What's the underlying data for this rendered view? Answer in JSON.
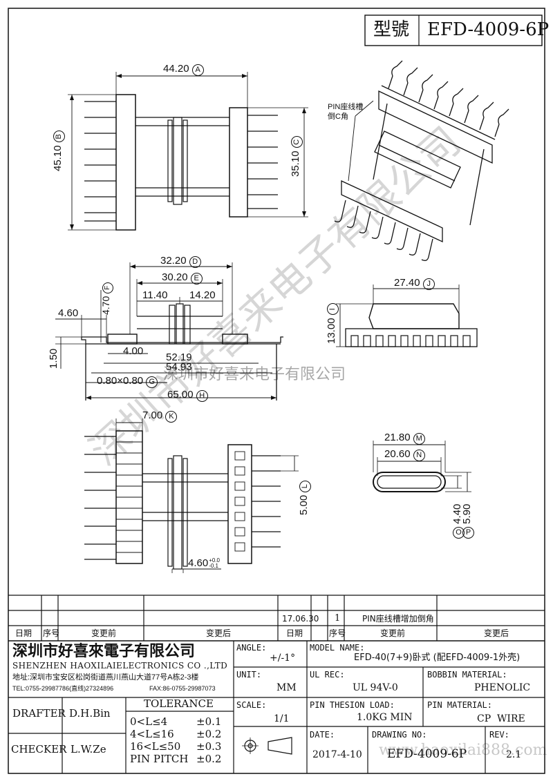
{
  "header": {
    "model_label": "型號",
    "model_value": "EFD-4009-6P"
  },
  "dimensions": {
    "A": {
      "value": "44.20",
      "tag": "A"
    },
    "B": {
      "value": "45.10",
      "tag": "B"
    },
    "C": {
      "value": "35.10",
      "tag": "C"
    },
    "D": {
      "value": "32.20",
      "tag": "D"
    },
    "E": {
      "value": "30.20",
      "tag": "E"
    },
    "F": {
      "value": "4.70",
      "tag": "F"
    },
    "d1140": "11.40",
    "d1420": "14.20",
    "d460": "4.60",
    "d150": "1.50",
    "d400": "4.00",
    "d5219": "52.19",
    "d5493": "54.93",
    "G": {
      "value": "0.80×0.80",
      "tag": "G"
    },
    "H": {
      "value": "65.00",
      "tag": "H"
    },
    "J": {
      "value": "27.40",
      "tag": "J"
    },
    "I": {
      "value": "13.00",
      "tag": "I"
    },
    "K": {
      "value": "7.00",
      "tag": "K"
    },
    "L": {
      "value": "5.00",
      "tag": "L"
    },
    "pin_tol": {
      "value": "4.60",
      "upper": "+0.0",
      "lower": "-0.1"
    },
    "M": {
      "value": "21.80",
      "tag": "M"
    },
    "N": {
      "value": "20.60",
      "tag": "N"
    },
    "O": {
      "value": "4.40",
      "tag": "O"
    },
    "P": {
      "value": "5.90",
      "tag": "P"
    }
  },
  "annotation": {
    "line1": "PIN座线槽",
    "line2": "倒C角"
  },
  "watermarks": {
    "diagonal": "深圳市好喜来电子有限公司",
    "center": "深圳市好喜来电子有限公司",
    "url": "www.haoxilai888.com"
  },
  "revision": {
    "date": "17.06.30",
    "no": "1",
    "change": "PIN座线槽增加倒角",
    "headers": [
      "日期",
      "序号",
      "变更前",
      "变更后",
      "日期",
      "序号",
      "变更前",
      "变更后"
    ]
  },
  "company": {
    "name_cn": "深圳市好喜來電子有限公司",
    "name_en": "SHENZHEN HAOXILAIELECTRONICS CO .,LTD",
    "address": "地址:深圳市宝安区松岗街道燕川燕山大道77号A栋2-3楼",
    "tel": "TEL:0755-29987786(直线)27324896",
    "fax": "FAX:86-0755-29987073"
  },
  "title_block": {
    "angle_label": "ANGLE:",
    "angle_value": "+/-1°",
    "model_name_label": "MODEL NAME:",
    "model_name_value": "EFD-40(7+9)卧式 (配EFD-4009-1外壳)",
    "unit_label": "UNIT:",
    "unit_value": "MM",
    "ul_label": "UL REC:",
    "ul_value": "UL 94V-0",
    "bobbin_label": "BOBBIN MATERIAL:",
    "bobbin_value": "PHENOLIC",
    "scale_label": "SCALE:",
    "scale_value": "1/1",
    "pin_load_label": "PIN THESION LOAD:",
    "pin_load_value": "1.0KG MIN",
    "pin_mat_label": "PIN MATERIAL:",
    "pin_mat_value": "CP  WIRE",
    "date_label": "DATE:",
    "date_value": "2017-4-10",
    "drawing_label": "DRAWING NO:",
    "drawing_value": "EFD-4009-6P",
    "rev_label": "REV:",
    "rev_value": "2.1",
    "drafter_label": "DRAFTER",
    "drafter_value": "D.H.Bin",
    "checker_label": "CHECKER",
    "checker_value": "L.W.Ze",
    "tolerance_label": "TOLERANCE",
    "tolerances": [
      {
        "range": "0<L≤4",
        "tol": "±0.1"
      },
      {
        "range": "4<L≤16",
        "tol": "±0.2"
      },
      {
        "range": "16<L≤50",
        "tol": "±0.3"
      },
      {
        "range": "PIN PITCH",
        "tol": "±0.2"
      }
    ]
  }
}
